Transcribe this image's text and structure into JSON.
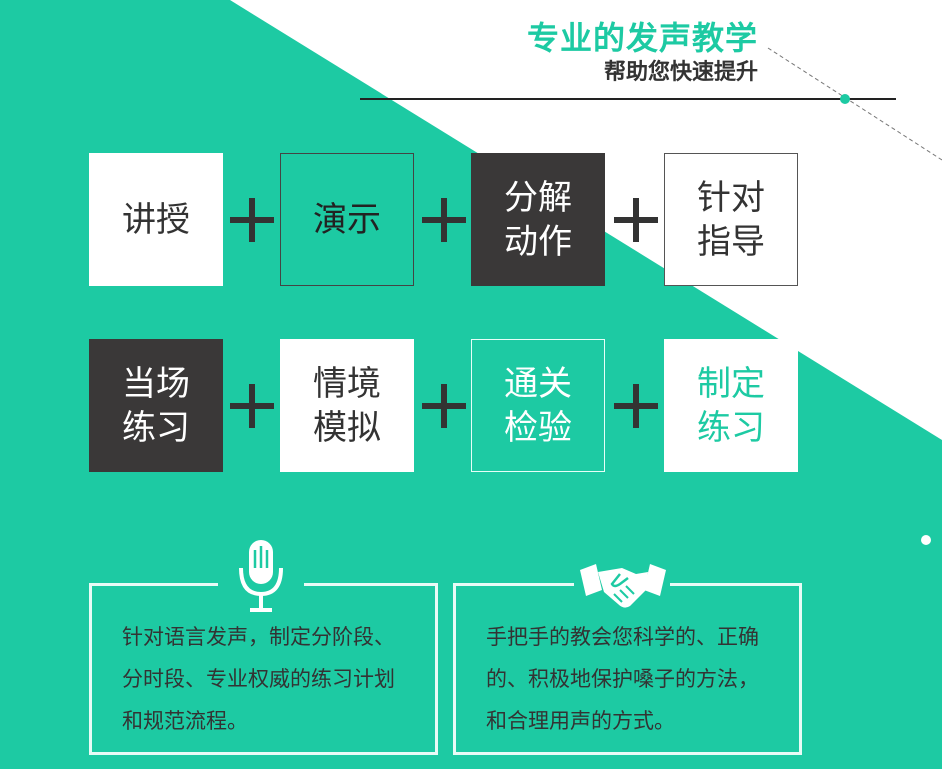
{
  "header": {
    "title": "专业的发声教学",
    "subtitle": "帮助您快速提升"
  },
  "row1": [
    {
      "text": "讲授",
      "style": "white"
    },
    {
      "text": "演示",
      "style": "green"
    },
    {
      "text": "分解动作",
      "style": "dark"
    },
    {
      "text": "针对指导",
      "style": "white-outline"
    }
  ],
  "row2": [
    {
      "text": "当场练习",
      "style": "dark"
    },
    {
      "text": "情境模拟",
      "style": "white"
    },
    {
      "text": "通关检验",
      "style": "green-light"
    },
    {
      "text": "制定练习",
      "style": "white-green"
    }
  ],
  "cards": [
    {
      "icon": "microphone-icon",
      "text": "针对语言发声，制定分阶段、分时段、专业权威的练习计划和规范流程。"
    },
    {
      "icon": "handshake-icon",
      "text": "手把手的教会您科学的、正确的、积极地保护嗓子的方法，和合理用声的方式。"
    }
  ],
  "colors": {
    "accent": "#1dcaa3",
    "dark": "#3a3838",
    "white": "#ffffff"
  }
}
